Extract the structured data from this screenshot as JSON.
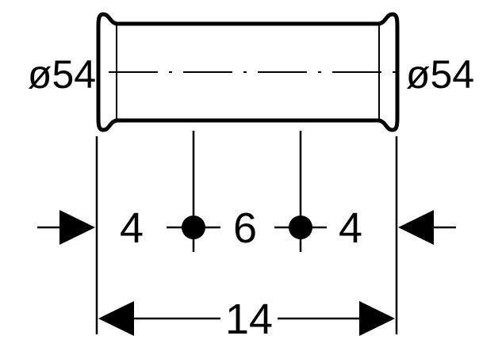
{
  "diagram": {
    "left_diameter": "ø54",
    "right_diameter": "ø54",
    "segment_left": "4",
    "segment_middle": "6",
    "segment_right": "4",
    "total_length": "14"
  }
}
